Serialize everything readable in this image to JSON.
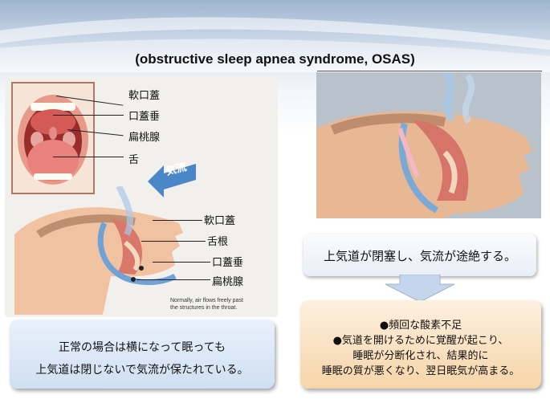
{
  "title": "(obstructive sleep apnea syndrome, OSAS)",
  "mouth_labels": {
    "soft_palate": "軟口蓋",
    "uvula": "口蓋垂",
    "tonsil": "扁桃腺",
    "tongue": "舌"
  },
  "airflow_label": "気流",
  "side_labels": {
    "soft_palate": "軟口蓋",
    "tongue_root": "舌根",
    "uvula": "口蓋垂",
    "tonsil": "扁桃腺"
  },
  "normal_caption_small": {
    "line1": "Normally, air flows freely past",
    "line2": "the structures in the throat."
  },
  "obstruction_caption": "上気道が閉塞し、気流が途絶する。",
  "normal_text": {
    "line1": "正常の場合は横になって眠っても",
    "line2": "上気道は閉じないで気流が保たれている。"
  },
  "osas_text": {
    "line1": "●頻回な酸素不足",
    "line2": "●気道を開けるために覚醒が起こり、",
    "line3": "睡眠が分断化され、結果的に",
    "line4": "睡眠の質が悪くなり、翌日眠気が高まる。"
  },
  "colors": {
    "banner": "#b3c5db",
    "normal_box": "#dbe7f5",
    "osas_box": "#f8dfb9",
    "airway": "#6fa3d8",
    "tissue": "#d9776b"
  }
}
